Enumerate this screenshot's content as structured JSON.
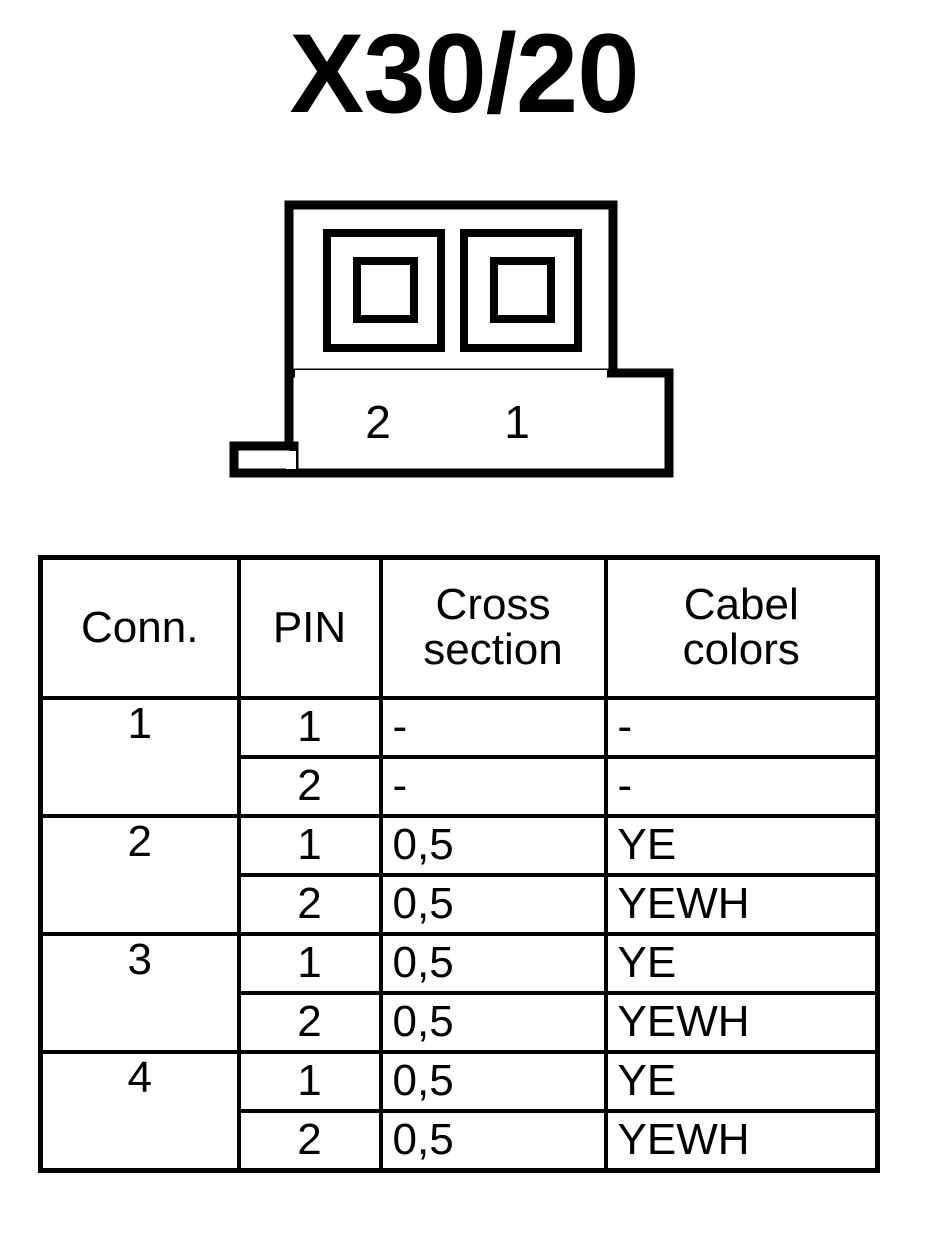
{
  "title": "X30/20",
  "connector": {
    "name": "connector-front-view",
    "pin_labels": [
      "2",
      "1"
    ],
    "cavities": 2,
    "stroke_color": "#000000",
    "fill_color": "#ffffff"
  },
  "table": {
    "headers": [
      {
        "id": "conn",
        "lines": [
          "Conn.",
          ""
        ]
      },
      {
        "id": "pin",
        "lines": [
          "PIN",
          ""
        ]
      },
      {
        "id": "cross",
        "lines": [
          "Cross",
          "section"
        ]
      },
      {
        "id": "colors",
        "lines": [
          "Cabel",
          "colors"
        ]
      }
    ],
    "groups": [
      {
        "conn": "1",
        "rows": [
          {
            "pin": "1",
            "cross": "-",
            "colors": "-"
          },
          {
            "pin": "2",
            "cross": "-",
            "colors": "-"
          }
        ]
      },
      {
        "conn": "2",
        "rows": [
          {
            "pin": "1",
            "cross": "0,5",
            "colors": "YE"
          },
          {
            "pin": "2",
            "cross": "0,5",
            "colors": "YEWH"
          }
        ]
      },
      {
        "conn": "3",
        "rows": [
          {
            "pin": "1",
            "cross": "0,5",
            "colors": "YE"
          },
          {
            "pin": "2",
            "cross": "0,5",
            "colors": "YEWH"
          }
        ]
      },
      {
        "conn": "4",
        "rows": [
          {
            "pin": "1",
            "cross": "0,5",
            "colors": "YE"
          },
          {
            "pin": "2",
            "cross": "0,5",
            "colors": "YEWH"
          }
        ]
      }
    ]
  }
}
